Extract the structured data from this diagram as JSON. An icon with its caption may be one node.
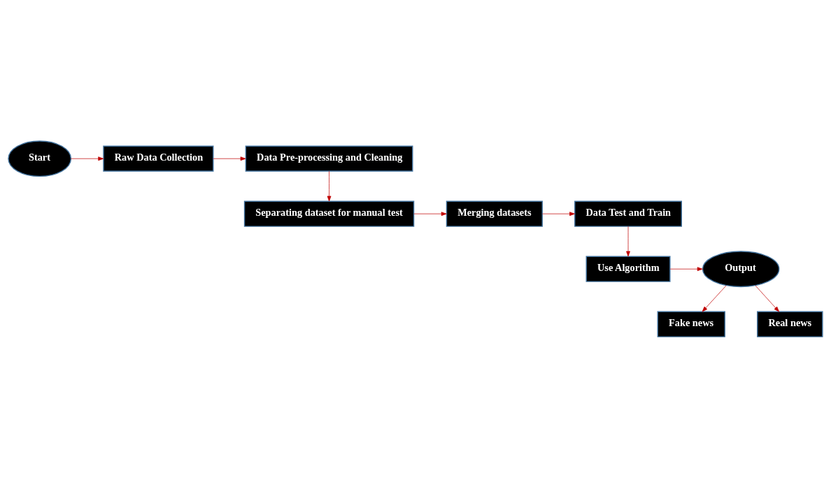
{
  "diagram": {
    "nodes": [
      {
        "text": [
          "Start"
        ]
      },
      {
        "text": [
          "Raw Data Collection"
        ]
      },
      {
        "text": [
          "Data Pre-processing and Cleaning"
        ]
      },
      {
        "text": [
          "Separating dataset for manual test"
        ]
      },
      {
        "text": [
          "Merging datasets"
        ]
      },
      {
        "text": [
          "Data Test and Train"
        ]
      },
      {
        "text": [
          "Use Algorithm"
        ]
      },
      {
        "text": [
          "Output"
        ]
      },
      {
        "text": [
          "Fake news"
        ]
      },
      {
        "text": [
          "Real news"
        ]
      }
    ],
    "edges": [
      {
        "from": 0,
        "to": 1,
        "arrow": "to"
      },
      {
        "from": 1,
        "to": 2,
        "arrow": "to"
      },
      {
        "from": 2,
        "to": 3,
        "arrow": "to"
      },
      {
        "from": 3,
        "to": 4,
        "arrow": "to"
      },
      {
        "from": 4,
        "to": 5,
        "arrow": "to"
      },
      {
        "from": 5,
        "to": 6,
        "arrow": "to"
      },
      {
        "from": 6,
        "to": 7,
        "arrow": "to"
      },
      {
        "from": 7,
        "to": 8,
        "arrow": "to"
      },
      {
        "from": 7,
        "to": 9,
        "arrow": "to"
      }
    ]
  }
}
